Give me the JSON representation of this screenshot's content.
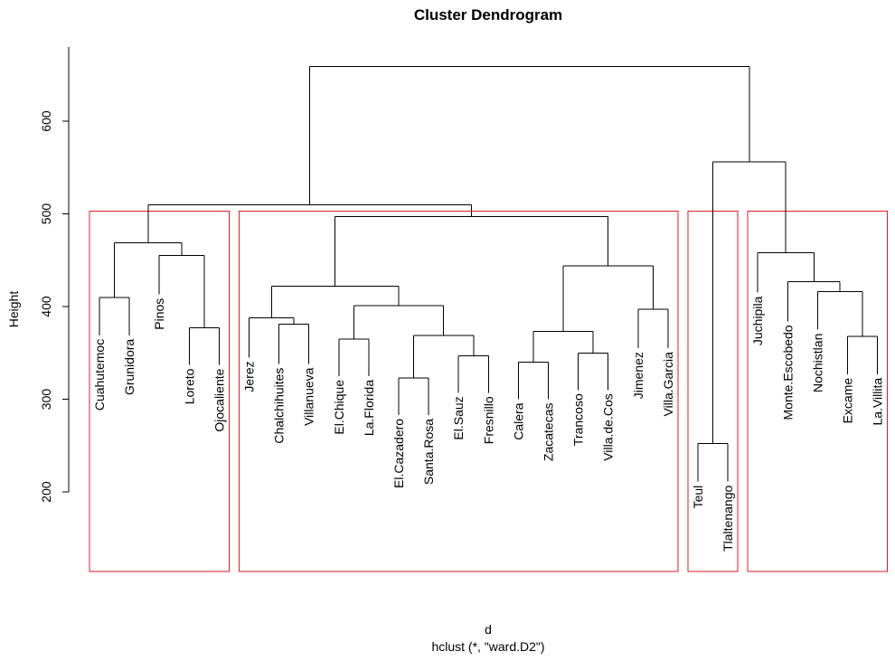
{
  "chart_data": {
    "type": "dendrogram",
    "title": "Cluster Dendrogram",
    "xlabel": "d",
    "subtitle": "hclust (*, \"ward.D2\")",
    "ylabel": "Height",
    "y_ticks": [
      200,
      300,
      400,
      500,
      600
    ],
    "ylim": [
      200,
      660
    ],
    "leaves": [
      {
        "label": "Cuahutemoc",
        "height": 369
      },
      {
        "label": "Grunidora",
        "height": 369
      },
      {
        "label": "Pinos",
        "height": 413
      },
      {
        "label": "Loreto",
        "height": 337
      },
      {
        "label": "Ojocaliente",
        "height": 337
      },
      {
        "label": "Jerez",
        "height": 345
      },
      {
        "label": "Chalchihuites",
        "height": 338
      },
      {
        "label": "Villanueva",
        "height": 338
      },
      {
        "label": "El.Chique",
        "height": 325
      },
      {
        "label": "La.Florida",
        "height": 325
      },
      {
        "label": "El.Cazadero",
        "height": 283
      },
      {
        "label": "Santa.Rosa",
        "height": 283
      },
      {
        "label": "El.Sauz",
        "height": 307
      },
      {
        "label": "Fresnillo",
        "height": 307
      },
      {
        "label": "Calera",
        "height": 300
      },
      {
        "label": "Zacatecas",
        "height": 300
      },
      {
        "label": "Trancoso",
        "height": 310
      },
      {
        "label": "Villa.de.Cos",
        "height": 310
      },
      {
        "label": "Jimenez",
        "height": 355
      },
      {
        "label": "Villa.Garcia",
        "height": 355
      },
      {
        "label": "Teul",
        "height": 211
      },
      {
        "label": "Tlaltenango",
        "height": 211
      },
      {
        "label": "Juchipila",
        "height": 415
      },
      {
        "label": "Monte.Escobedo",
        "height": 384
      },
      {
        "label": "Nochistlan",
        "height": 375
      },
      {
        "label": "Excame",
        "height": 327
      },
      {
        "label": "La.Villita",
        "height": 327
      }
    ],
    "merges": [
      {
        "left": "Cuahutemoc",
        "right": "Grunidora",
        "height": 410
      },
      {
        "left": "Loreto",
        "right": "Ojocaliente",
        "height": 377
      },
      {
        "left": "Pinos",
        "right": "m2",
        "height": 455
      },
      {
        "left": "m1",
        "right": "m3",
        "height": 469
      },
      {
        "left": "Chalchihuites",
        "right": "Villanueva",
        "height": 381
      },
      {
        "left": "Jerez",
        "right": "m5",
        "height": 388
      },
      {
        "left": "El.Chique",
        "right": "La.Florida",
        "height": 365
      },
      {
        "left": "El.Cazadero",
        "right": "Santa.Rosa",
        "height": 323
      },
      {
        "left": "El.Sauz",
        "right": "Fresnillo",
        "height": 347
      },
      {
        "left": "m8",
        "right": "m9",
        "height": 369
      },
      {
        "left": "m7",
        "right": "m10",
        "height": 401
      },
      {
        "left": "m6",
        "right": "m11",
        "height": 422
      },
      {
        "left": "Calera",
        "right": "Zacatecas",
        "height": 340
      },
      {
        "left": "Trancoso",
        "right": "Villa.de.Cos",
        "height": 350
      },
      {
        "left": "m13",
        "right": "m14",
        "height": 373
      },
      {
        "left": "Jimenez",
        "right": "Villa.Garcia",
        "height": 397
      },
      {
        "left": "m15",
        "right": "m16",
        "height": 444
      },
      {
        "left": "m12",
        "right": "m17",
        "height": 497
      },
      {
        "left": "m4",
        "right": "m18",
        "height": 510
      },
      {
        "left": "Teul",
        "right": "Tlaltenango",
        "height": 252
      },
      {
        "left": "Excame",
        "right": "La.Villita",
        "height": 368
      },
      {
        "left": "Nochistlan",
        "right": "m21",
        "height": 416
      },
      {
        "left": "Monte.Escobedo",
        "right": "m22",
        "height": 427
      },
      {
        "left": "Juchipila",
        "right": "m23",
        "height": 458
      },
      {
        "left": "m20",
        "right": "m24",
        "height": 556
      },
      {
        "left": "m19",
        "right": "m25",
        "height": 659
      }
    ],
    "clusters": [
      {
        "first_leaf": 0,
        "last_leaf": 4,
        "color": "#e41a1c"
      },
      {
        "first_leaf": 5,
        "last_leaf": 19,
        "color": "#e41a1c"
      },
      {
        "first_leaf": 20,
        "last_leaf": 21,
        "color": "#e41a1c"
      },
      {
        "first_leaf": 22,
        "last_leaf": 26,
        "color": "#e41a1c"
      }
    ],
    "grid": false,
    "legend": "none"
  }
}
